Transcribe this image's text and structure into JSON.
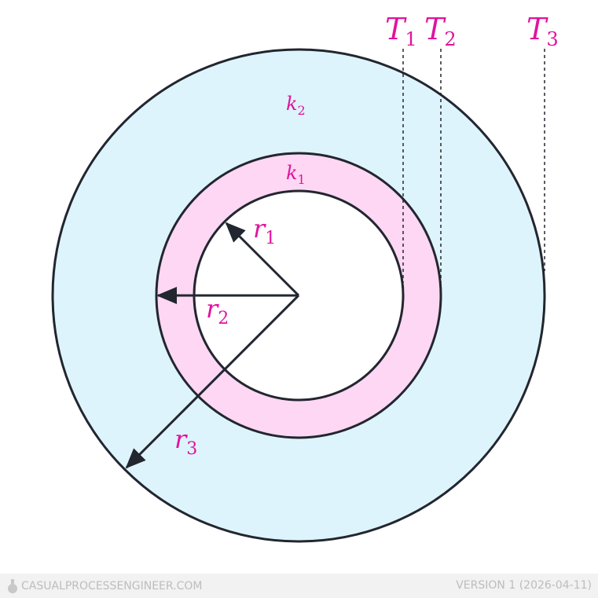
{
  "colors": {
    "inner_layer": "#fdd7f3",
    "outer_layer": "#def4fc",
    "stroke": "#22262f",
    "label": "#e0139e"
  },
  "labels": {
    "k1": {
      "base": "k",
      "sub": "1"
    },
    "k2": {
      "base": "k",
      "sub": "2"
    },
    "r1": {
      "base": "r",
      "sub": "1"
    },
    "r2": {
      "base": "r",
      "sub": "2"
    },
    "r3": {
      "base": "r",
      "sub": "3"
    },
    "T1": {
      "base": "T",
      "sub": "1"
    },
    "T2": {
      "base": "T",
      "sub": "2"
    },
    "T3": {
      "base": "T",
      "sub": "3"
    }
  },
  "footer": {
    "site": "CASUALPROCESSENGINEER.COM",
    "version": "VERSION 1 (2026-04-11)",
    "logo_icon": "flask-icon"
  }
}
